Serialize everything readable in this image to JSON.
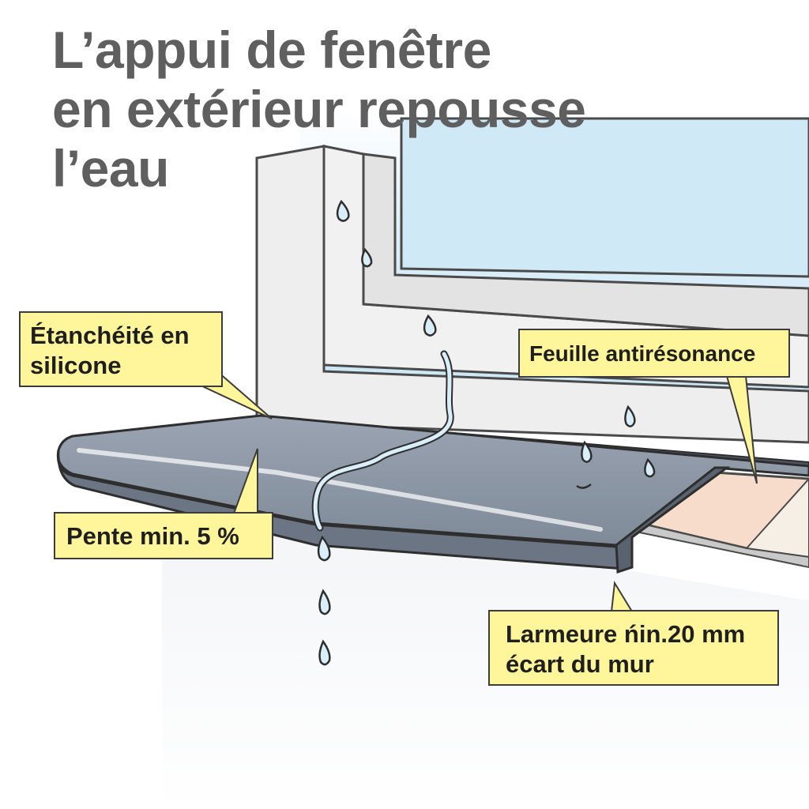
{
  "title": {
    "line1": "L’appui de fenêtre",
    "line2": "en extérieur repousse",
    "line3": "l’eau"
  },
  "callouts": {
    "sealant": {
      "line1": "Étanchéité en",
      "line2": "silicone"
    },
    "foil": {
      "line1": "Feuille antirésonance"
    },
    "slope": {
      "line1": "Pente min. 5 %"
    },
    "drip_edge": {
      "line1": "Larmeure ńin.20 mm",
      "line2": "écart du mur"
    }
  },
  "colors": {
    "title_text": "#5f5f5f",
    "callout_fill": "#fff59a",
    "sill_metal": "#8f99a8",
    "glass": "#cfe9f6",
    "water": "#d9eef9",
    "foil": "#f7dccb"
  }
}
